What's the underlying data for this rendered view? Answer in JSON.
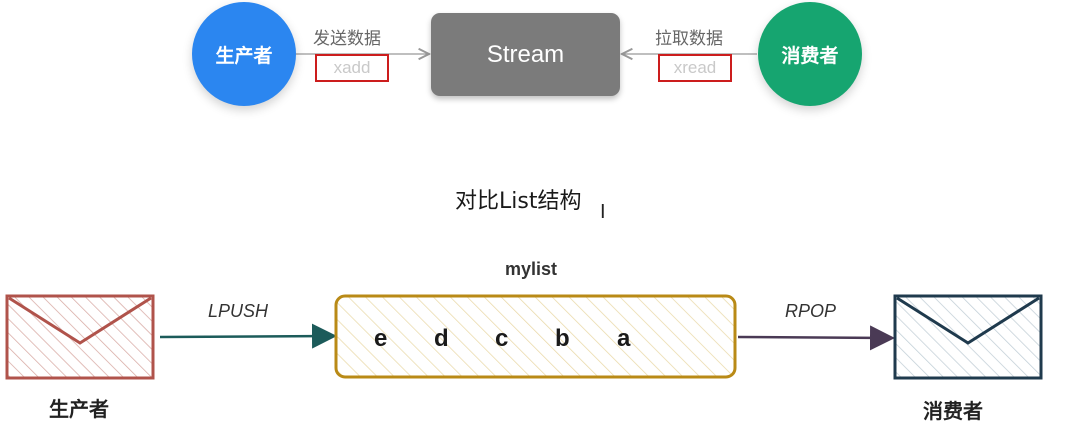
{
  "top": {
    "producer": "生产者",
    "consumer": "消费者",
    "stream": "Stream",
    "send_label": "发送数据",
    "send_cmd": "xadd",
    "pull_label": "拉取数据",
    "pull_cmd": "xread",
    "colors": {
      "producer": "#2b86f0",
      "consumer": "#16a570",
      "stream": "#7b7b7b",
      "cmd_border": "#cc1d1d"
    }
  },
  "section_title": "对比List结构",
  "bottom": {
    "producer": "生产者",
    "consumer": "消费者",
    "push_op": "LPUSH",
    "pop_op": "RPOP",
    "list_name": "mylist",
    "items": [
      "e",
      "d",
      "c",
      "b",
      "a"
    ],
    "colors": {
      "producer_envelope": "#b0534b",
      "list_box": "#b98a16",
      "consumer_envelope": "#1f3a4d",
      "push_arrow": "#1c5b5a",
      "pop_arrow": "#4a3a55"
    }
  }
}
